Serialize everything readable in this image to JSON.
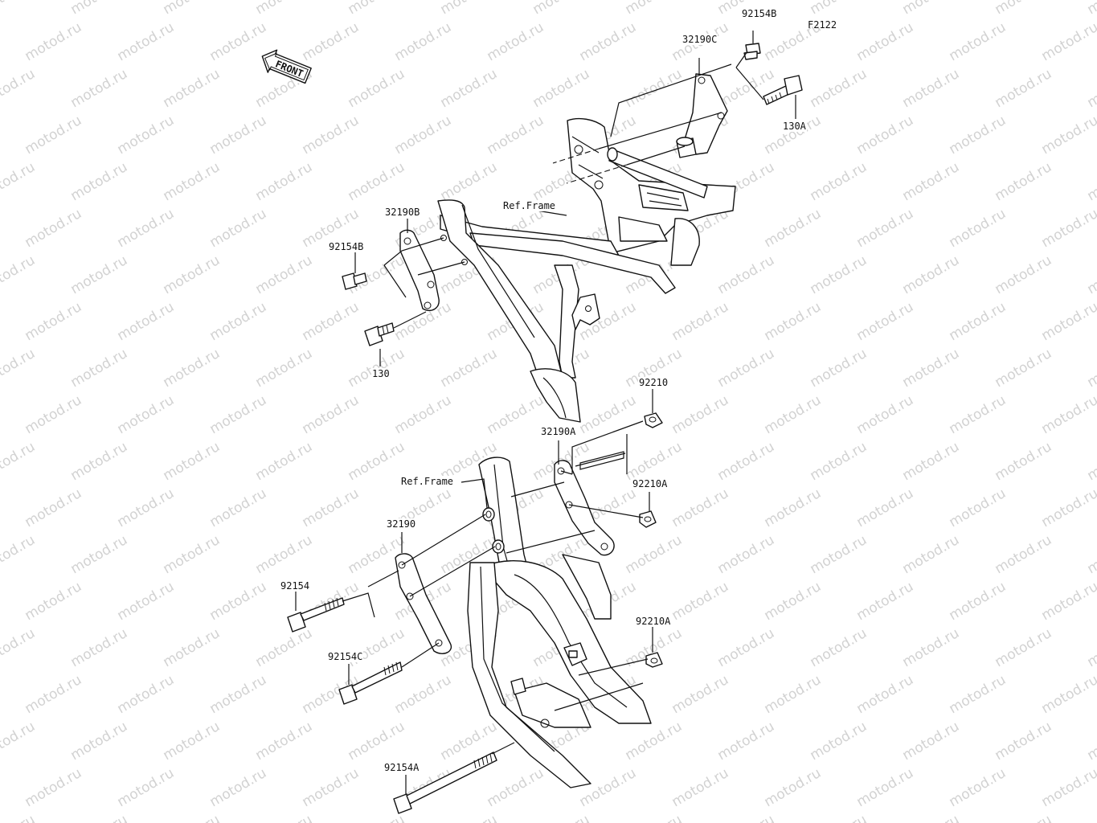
{
  "figure_code": "F2122",
  "front_sign": "FRONT",
  "watermark": "motod.ru",
  "labels": {
    "bolt_92154B_top": "92154B",
    "bracket_32190C": "32190C",
    "bolt_130A": "130A",
    "ref_frame_upper": "Ref.Frame",
    "bracket_32190B": "32190B",
    "bolt_92154B_mid": "92154B",
    "bolt_130": "130",
    "nut_92210": "92210",
    "bracket_32190A": "32190A",
    "ref_frame_lower": "Ref.Frame",
    "nut_92210A_upper": "92210A",
    "bracket_32190": "32190",
    "bolt_92154": "92154",
    "nut_92210A_lower": "92210A",
    "bolt_92154C": "92154C",
    "bolt_92154A": "92154A"
  }
}
